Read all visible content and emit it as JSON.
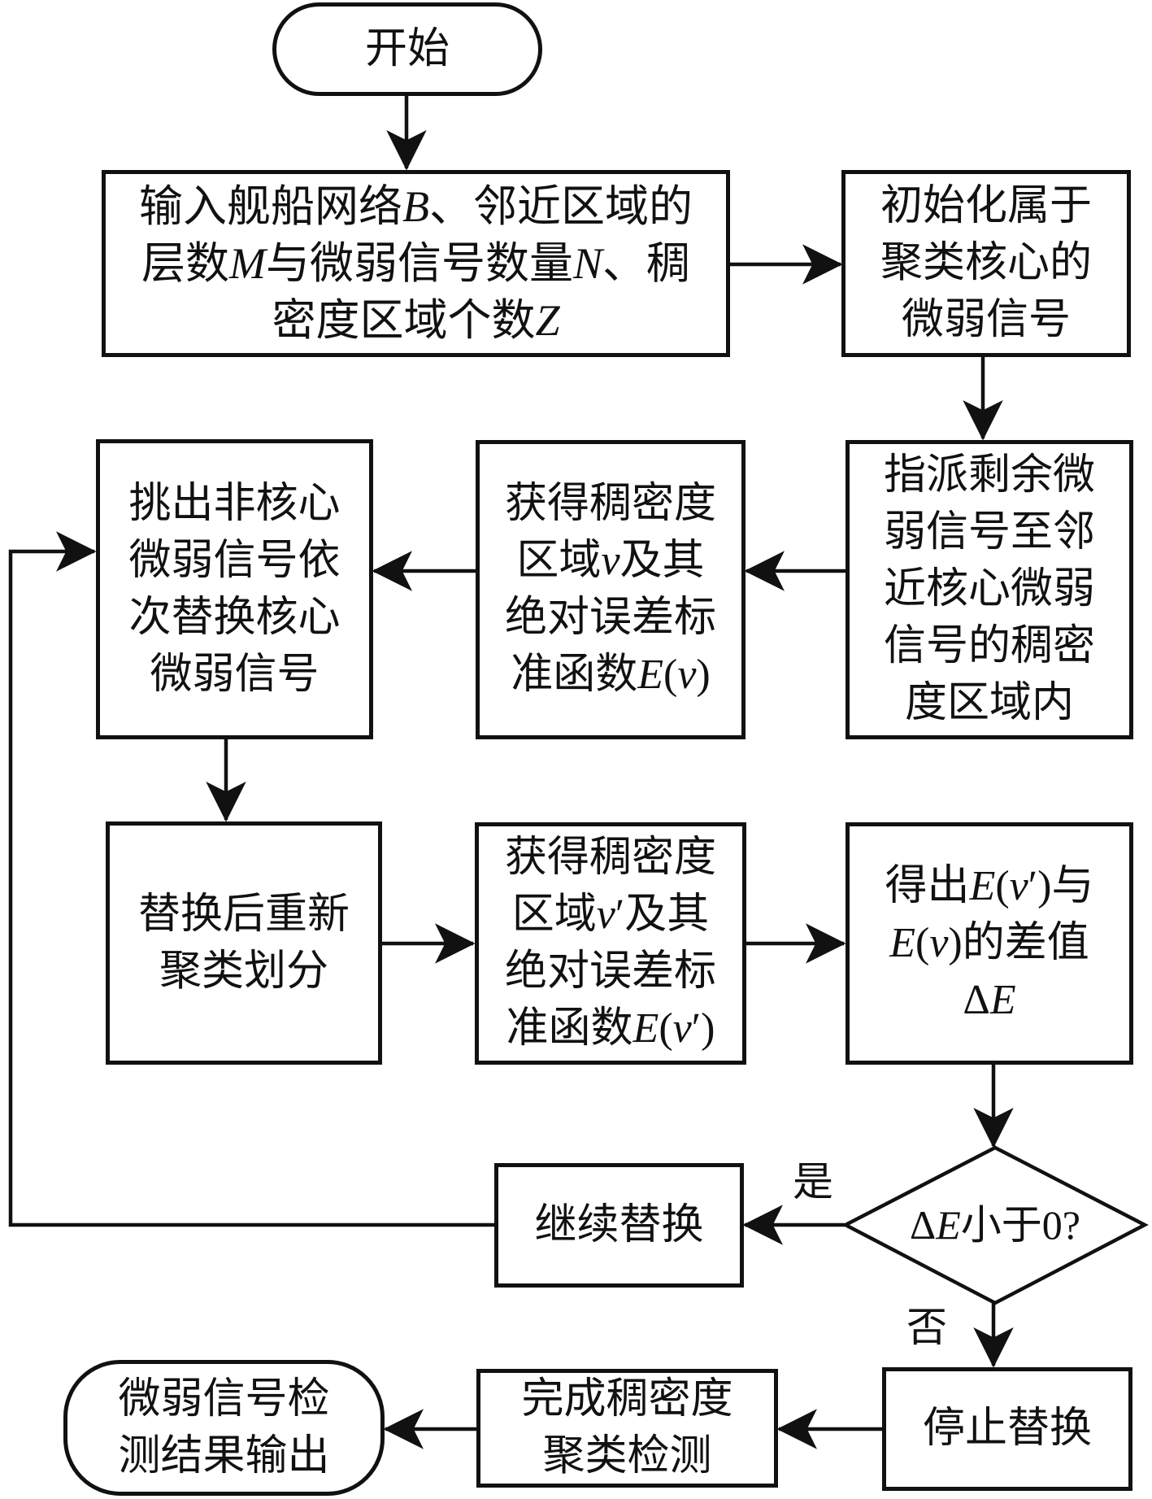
{
  "diagram": {
    "type": "flowchart",
    "nodes": {
      "start": {
        "shape": "terminal",
        "lines": [
          "开始"
        ]
      },
      "input": {
        "shape": "process",
        "lines": [
          "输入舰船网络B、邻近区域的",
          "层数M与微弱信号数量N、稠",
          "密度区域个数Z"
        ]
      },
      "init_core": {
        "shape": "process",
        "lines": [
          "初始化属于",
          "聚类核心的",
          "微弱信号"
        ]
      },
      "assign": {
        "shape": "process",
        "lines": [
          "指派剩余微",
          "弱信号至邻",
          "近核心微弱",
          "信号的稠密",
          "度区域内"
        ]
      },
      "get_region_v": {
        "shape": "process",
        "lines": [
          "获得稠密度",
          "区域v及其",
          "绝对误差标",
          "准函数E(v)"
        ]
      },
      "pick_noncore": {
        "shape": "process",
        "lines": [
          "挑出非核心",
          "微弱信号依",
          "次替换核心",
          "微弱信号"
        ]
      },
      "recluster": {
        "shape": "process",
        "lines": [
          "替换后重新",
          "聚类划分"
        ]
      },
      "get_region_v2": {
        "shape": "process",
        "lines": [
          "获得稠密度",
          "区域v′及其",
          "绝对误差标",
          "准函数E(v′)"
        ]
      },
      "diff": {
        "shape": "process",
        "lines": [
          "得出E(v′)与",
          "E(v)的差值",
          "ΔE"
        ]
      },
      "decision": {
        "shape": "decision",
        "lines": [
          "ΔE小于0?"
        ]
      },
      "continue": {
        "shape": "process",
        "lines": [
          "继续替换"
        ]
      },
      "stop": {
        "shape": "process",
        "lines": [
          "停止替换"
        ]
      },
      "finish": {
        "shape": "process",
        "lines": [
          "完成稠密度",
          "聚类检测"
        ]
      },
      "output": {
        "shape": "terminal",
        "lines": [
          "微弱信号检",
          "测结果输出"
        ]
      }
    },
    "edges": [
      {
        "from": "start",
        "to": "input",
        "label": ""
      },
      {
        "from": "input",
        "to": "init_core",
        "label": ""
      },
      {
        "from": "init_core",
        "to": "assign",
        "label": ""
      },
      {
        "from": "assign",
        "to": "get_region_v",
        "label": ""
      },
      {
        "from": "get_region_v",
        "to": "pick_noncore",
        "label": ""
      },
      {
        "from": "pick_noncore",
        "to": "recluster",
        "label": ""
      },
      {
        "from": "recluster",
        "to": "get_region_v2",
        "label": ""
      },
      {
        "from": "get_region_v2",
        "to": "diff",
        "label": ""
      },
      {
        "from": "diff",
        "to": "decision",
        "label": ""
      },
      {
        "from": "decision",
        "to": "continue",
        "label": "是"
      },
      {
        "from": "continue",
        "to": "pick_noncore",
        "label": ""
      },
      {
        "from": "decision",
        "to": "stop",
        "label": "否"
      },
      {
        "from": "stop",
        "to": "finish",
        "label": ""
      },
      {
        "from": "finish",
        "to": "output",
        "label": ""
      }
    ],
    "edge_labels": {
      "yes": "是",
      "no": "否"
    }
  }
}
